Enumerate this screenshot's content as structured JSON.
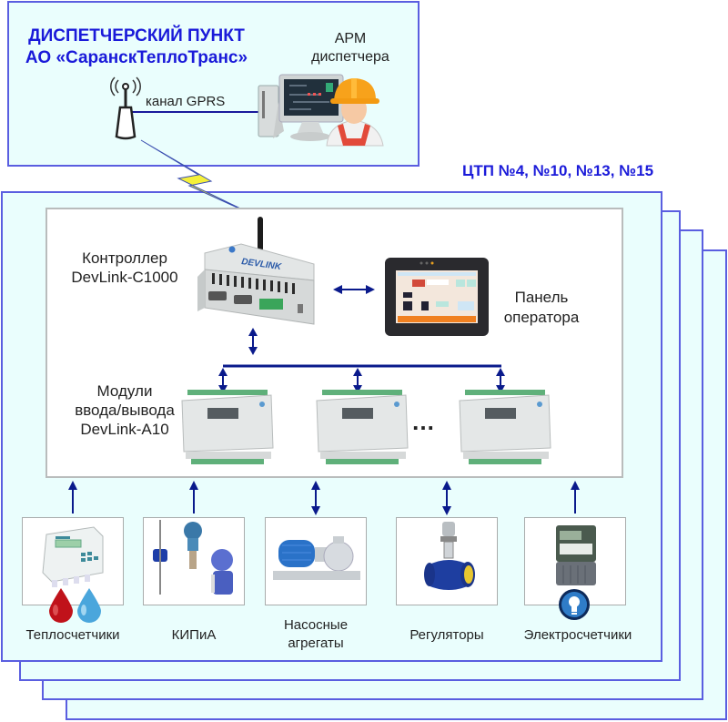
{
  "dispatcher": {
    "title_line1": "ДИСПЕТЧЕРСКИЙ ПУНКТ",
    "title_line2": "АО «СаранскТеплоТранс»",
    "workstation_line1": "АРМ",
    "workstation_line2": "диспетчера",
    "channel_label": "канал GPRS",
    "icons": [
      "antenna-icon",
      "computer-monitor-icon",
      "operator-worker-icon"
    ]
  },
  "substations": {
    "label": "ЦТП №4, №10, №13, №15",
    "stack_count": 4
  },
  "controller": {
    "label_line1": "Контроллер",
    "label_line2": "DevLink-C1000",
    "logo_text": "DEVLINK"
  },
  "operator_panel": {
    "label_line1": "Панель",
    "label_line2": "оператора"
  },
  "io_modules": {
    "label_line1": "Модули",
    "label_line2": "ввода/вывода",
    "label_line3": "DevLink-A10",
    "ellipsis": "…",
    "count_shown": 3
  },
  "devices": [
    {
      "label_line1": "Теплосчетчики",
      "label_line2": "",
      "link": "in",
      "icon": "heat-meter-icon"
    },
    {
      "label_line1": "КИПиА",
      "label_line2": "",
      "link": "in",
      "icon": "instrumentation-icon"
    },
    {
      "label_line1": "Насосные",
      "label_line2": "агрегаты",
      "link": "bidirectional",
      "icon": "pump-icon"
    },
    {
      "label_line1": "Регуляторы",
      "label_line2": "",
      "link": "bidirectional",
      "icon": "valve-icon"
    },
    {
      "label_line1": "Электросчетчики",
      "label_line2": "",
      "link": "in",
      "icon": "electric-meter-icon"
    }
  ],
  "colors": {
    "title_blue": "#1a1ad9",
    "frame_border": "#5a5ee0",
    "frame_fill": "#eafefd",
    "arrow_navy": "#0a1a8c",
    "bolt_yellow": "#f5f03a"
  }
}
